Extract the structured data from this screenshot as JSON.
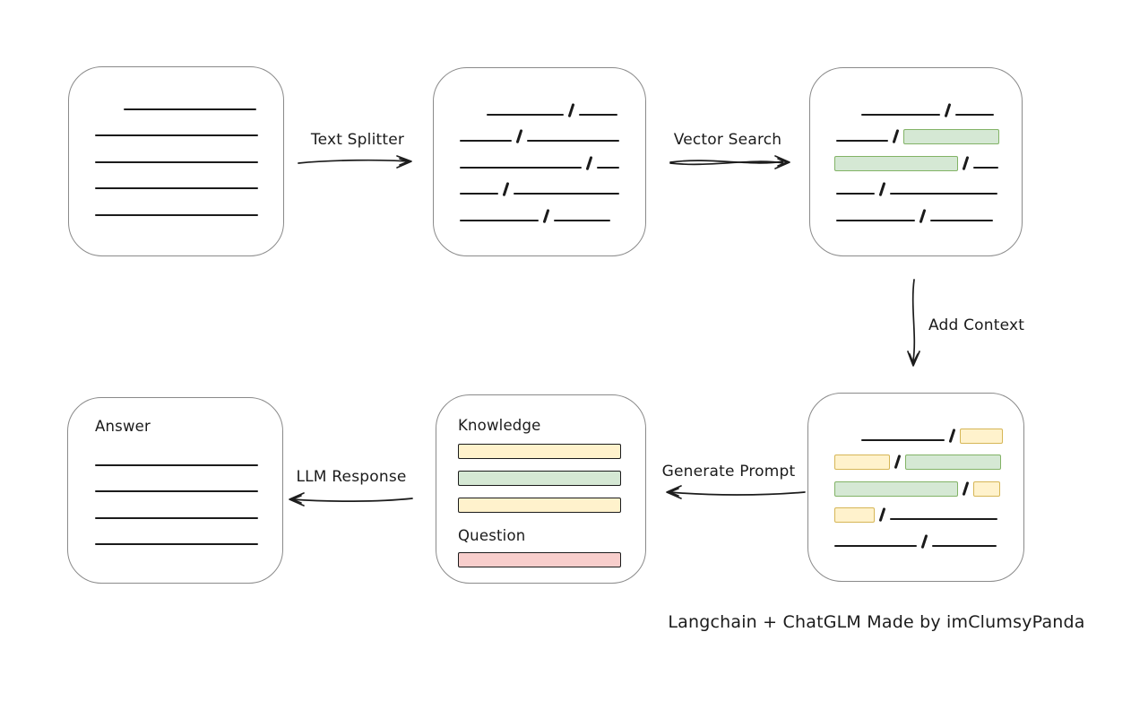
{
  "colors": {
    "yellow_fill": "#FFF2CC",
    "yellow_stroke": "#D6B656",
    "green_fill": "#D5E8D4",
    "green_stroke": "#82B366",
    "red_fill": "#F8CECC",
    "red_stroke": "#B85450",
    "box_stroke": "#8A8A8A",
    "ink": "#1B1B1B"
  },
  "glyphs": {
    "slash": "/"
  },
  "nodes": {
    "document": {
      "rows": [
        {
          "indent": 61,
          "segments": [
            {
              "t": "line",
              "w": 148
            }
          ]
        },
        {
          "indent": 29,
          "segments": [
            {
              "t": "line",
              "w": 182
            }
          ]
        },
        {
          "indent": 29,
          "segments": [
            {
              "t": "line",
              "w": 182
            }
          ]
        },
        {
          "indent": 29,
          "segments": [
            {
              "t": "line",
              "w": 182
            }
          ]
        },
        {
          "indent": 29,
          "segments": [
            {
              "t": "line",
              "w": 182
            }
          ]
        }
      ]
    },
    "chunks": {
      "rows": [
        {
          "indent": 59,
          "segments": [
            {
              "t": "line",
              "w": 86
            },
            {
              "t": "slash"
            },
            {
              "t": "line",
              "w": 43
            }
          ]
        },
        {
          "indent": 29,
          "segments": [
            {
              "t": "line",
              "w": 58
            },
            {
              "t": "slash"
            },
            {
              "t": "line",
              "w": 103
            }
          ]
        },
        {
          "indent": 29,
          "segments": [
            {
              "t": "line",
              "w": 136
            },
            {
              "t": "slash"
            },
            {
              "t": "line",
              "w": 25
            }
          ]
        },
        {
          "indent": 29,
          "segments": [
            {
              "t": "line",
              "w": 43
            },
            {
              "t": "slash"
            },
            {
              "t": "line",
              "w": 118
            }
          ]
        },
        {
          "indent": 29,
          "segments": [
            {
              "t": "line",
              "w": 88
            },
            {
              "t": "slash"
            },
            {
              "t": "line",
              "w": 63
            }
          ]
        }
      ]
    },
    "vector_result": {
      "rows": [
        {
          "indent": 57,
          "segments": [
            {
              "t": "line",
              "w": 88
            },
            {
              "t": "slash"
            },
            {
              "t": "line",
              "w": 43
            }
          ]
        },
        {
          "indent": 29,
          "segments": [
            {
              "t": "line",
              "w": 58
            },
            {
              "t": "slash"
            },
            {
              "t": "rect",
              "c": "green",
              "w": 107
            }
          ]
        },
        {
          "indent": 27,
          "segments": [
            {
              "t": "rect",
              "c": "green",
              "w": 138
            },
            {
              "t": "slash"
            },
            {
              "t": "line",
              "w": 28
            }
          ]
        },
        {
          "indent": 29,
          "segments": [
            {
              "t": "line",
              "w": 43
            },
            {
              "t": "slash"
            },
            {
              "t": "line",
              "w": 120
            }
          ]
        },
        {
          "indent": 29,
          "segments": [
            {
              "t": "line",
              "w": 88
            },
            {
              "t": "slash"
            },
            {
              "t": "line",
              "w": 70
            }
          ]
        }
      ]
    },
    "context_result": {
      "rows": [
        {
          "indent": 59,
          "segments": [
            {
              "t": "line",
              "w": 93
            },
            {
              "t": "slash"
            },
            {
              "t": "rect",
              "c": "yellow",
              "w": 48
            }
          ]
        },
        {
          "indent": 29,
          "segments": [
            {
              "t": "rect",
              "c": "yellow",
              "w": 62
            },
            {
              "t": "slash"
            },
            {
              "t": "rect",
              "c": "green",
              "w": 107
            }
          ]
        },
        {
          "indent": 29,
          "segments": [
            {
              "t": "rect",
              "c": "green",
              "w": 138
            },
            {
              "t": "slash"
            },
            {
              "t": "rect",
              "c": "yellow",
              "w": 30
            }
          ]
        },
        {
          "indent": 29,
          "segments": [
            {
              "t": "rect",
              "c": "yellow",
              "w": 45
            },
            {
              "t": "slash"
            },
            {
              "t": "line",
              "w": 120
            }
          ]
        },
        {
          "indent": 29,
          "segments": [
            {
              "t": "line",
              "w": 92
            },
            {
              "t": "slash"
            },
            {
              "t": "line",
              "w": 72
            }
          ]
        }
      ]
    },
    "prompt": {
      "knowledge_label": "Knowledge",
      "question_label": "Question",
      "knowledge_bars": [
        {
          "c": "yellow"
        },
        {
          "c": "green"
        },
        {
          "c": "yellow"
        }
      ],
      "question_bars": [
        {
          "c": "red"
        }
      ]
    },
    "answer": {
      "label": "Answer",
      "rows": [
        {
          "indent": 30,
          "segments": [
            {
              "t": "line",
              "w": 182
            }
          ]
        },
        {
          "indent": 30,
          "segments": [
            {
              "t": "line",
              "w": 182
            }
          ]
        },
        {
          "indent": 30,
          "segments": [
            {
              "t": "line",
              "w": 182
            }
          ]
        },
        {
          "indent": 30,
          "segments": [
            {
              "t": "line",
              "w": 182
            }
          ]
        }
      ]
    }
  },
  "arrows": {
    "text_splitter": {
      "label": "Text Splitter",
      "direction": "right"
    },
    "vector_search": {
      "label": "Vector Search",
      "direction": "right"
    },
    "add_context": {
      "label": "Add Context",
      "direction": "down"
    },
    "generate_prompt": {
      "label": "Generate Prompt",
      "direction": "left"
    },
    "llm_response": {
      "label": "LLM Response",
      "direction": "left"
    }
  },
  "caption": {
    "text": "Langchain + ChatGLM Made by imClumsyPanda"
  }
}
